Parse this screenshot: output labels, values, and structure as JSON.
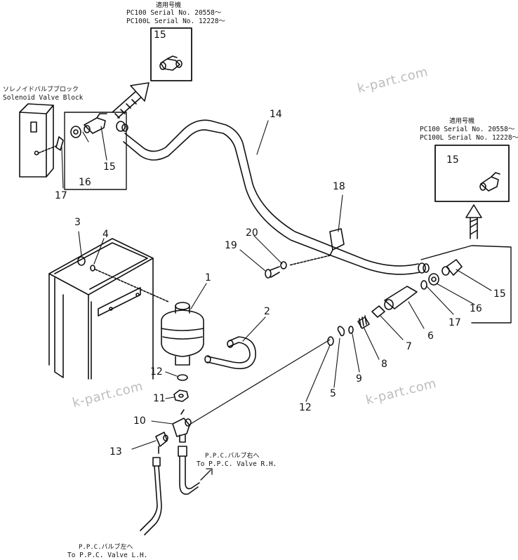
{
  "watermarks": [
    "k-part.com",
    "k-part.com",
    "k-part.com"
  ],
  "inset_top": {
    "title": "適用号機",
    "line1": "PC100  Serial No. 20558～",
    "line2": "PC100L Serial No. 12228～",
    "part": "15"
  },
  "inset_right": {
    "title": "適用号機",
    "line1": "PC100  Serial No. 20558～",
    "line2": "PC100L Serial No. 12228～",
    "part": "15"
  },
  "solenoid_label": {
    "jp": "ソレノイドバルブブロック",
    "en": "Solenoid Valve Block"
  },
  "ppc_rh": {
    "jp": "P.P.C.バルブ右へ",
    "en": "To P.P.C. Valve R.H."
  },
  "ppc_lh": {
    "jp": "P.P.C.バルブ左へ",
    "en": "To P.P.C. Valve L.H."
  },
  "parts": {
    "p1": "1",
    "p2": "2",
    "p3": "3",
    "p4": "4",
    "p5": "5",
    "p6": "6",
    "p7": "7",
    "p8": "8",
    "p9": "9",
    "p10": "10",
    "p11": "11",
    "p12a": "12",
    "p12b": "12",
    "p13": "13",
    "p14": "14",
    "p15a": "15",
    "p15b": "15",
    "p16a": "16",
    "p16b": "16",
    "p17a": "17",
    "p17b": "17",
    "p18": "18",
    "p19": "19",
    "p20": "20"
  }
}
